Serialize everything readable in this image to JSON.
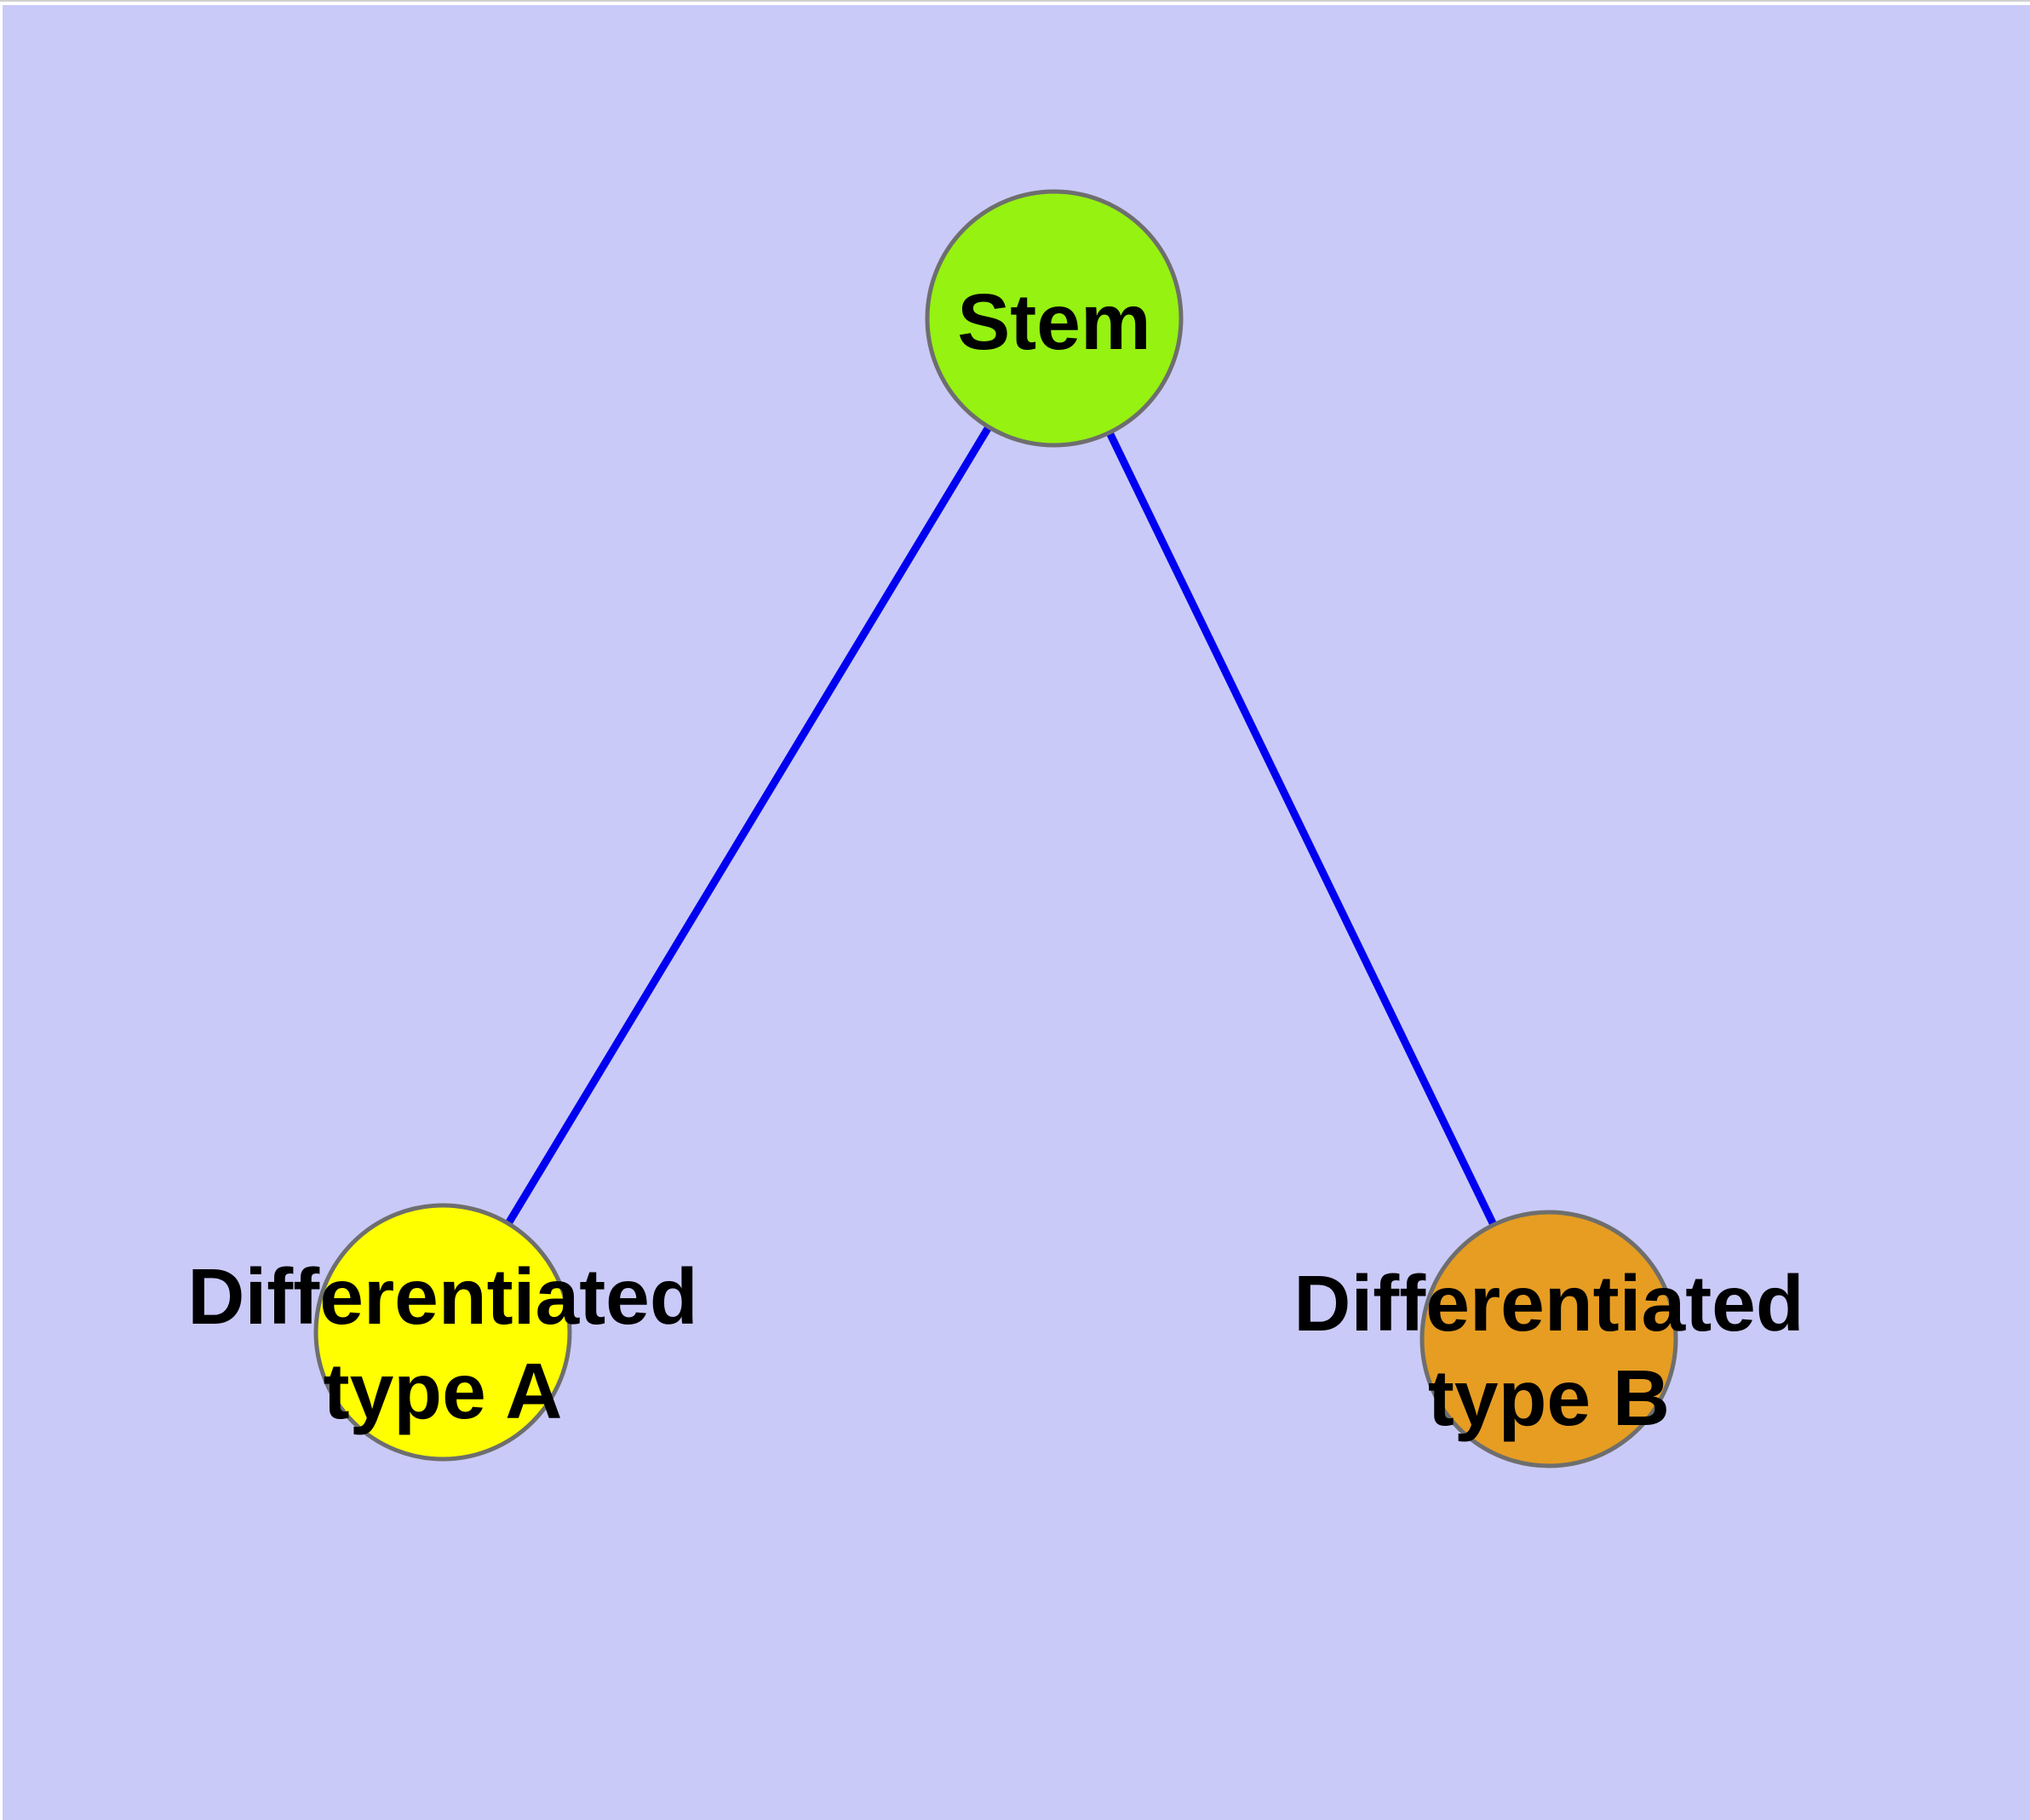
{
  "diagram": {
    "background_color": "#cacaf8",
    "page_margin_color": "#ffffff",
    "edge_color": "#0000f0",
    "node_border_color": "#6e6e6e",
    "text_color": "#000000",
    "nodes": [
      {
        "id": "stem",
        "fill": "#95f211",
        "lines": [
          "Stem"
        ]
      },
      {
        "id": "differentiated-type-a",
        "fill": "#ffff00",
        "lines": [
          "Differentiated",
          "type A"
        ]
      },
      {
        "id": "differentiated-type-b",
        "fill": "#e69d22",
        "lines": [
          "Differentiated",
          "type B"
        ]
      }
    ],
    "edges": [
      {
        "from": "stem",
        "to": "differentiated-type-a"
      },
      {
        "from": "stem",
        "to": "differentiated-type-b"
      }
    ]
  }
}
